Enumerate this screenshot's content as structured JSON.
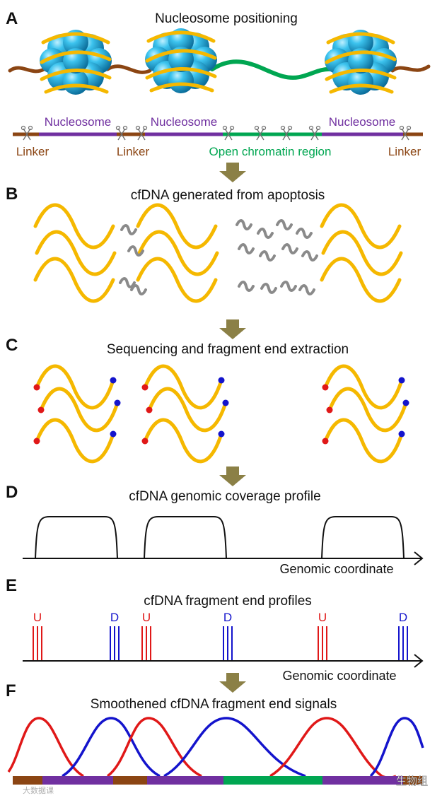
{
  "panels": {
    "A": {
      "letter": "A",
      "title": "Nucleosome positioning",
      "labels": {
        "nucleosome_1": "Nucleosome",
        "nucleosome_2": "Nucleosome",
        "nucleosome_3": "Nucleosome",
        "linker_1": "Linker",
        "linker_2": "Linker",
        "linker_3": "Linker",
        "open_region": "Open chromatin region"
      }
    },
    "B": {
      "letter": "B",
      "title": "cfDNA generated from apoptosis"
    },
    "C": {
      "letter": "C",
      "title": "Sequencing and fragment end extraction"
    },
    "D": {
      "letter": "D",
      "title": "cfDNA genomic coverage profile",
      "axis_label": "Genomic coordinate"
    },
    "E": {
      "letter": "E",
      "title": "cfDNA fragment end profiles",
      "axis_label": "Genomic coordinate",
      "marks": [
        "U",
        "D",
        "U",
        "D",
        "U",
        "D"
      ]
    },
    "F": {
      "letter": "F",
      "title": "Smoothened cfDNA fragment end signals"
    }
  },
  "watermark": {
    "left": "大数据课",
    "right": "生物组"
  },
  "colors": {
    "linker": "#8b4513",
    "nucleosome": "#7030a0",
    "open": "#00a651",
    "dna": "#f5b800",
    "histone": "#1aa7d9",
    "upstream": "#e01818",
    "downstream": "#1414cc",
    "arrow": "#8b8046",
    "fragment": "#8a8a8a"
  }
}
